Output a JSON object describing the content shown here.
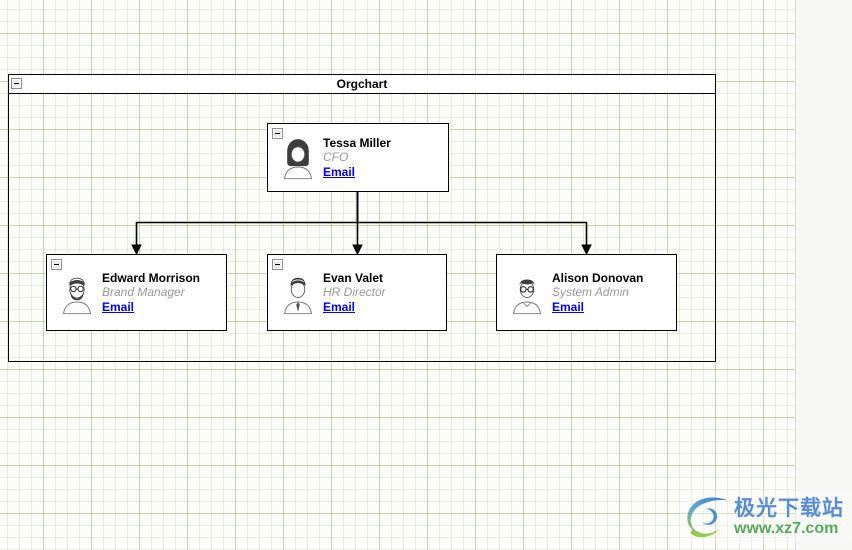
{
  "container": {
    "title": "Orgchart"
  },
  "nodes": [
    {
      "name": "Tessa Miller",
      "role": "CFO",
      "link": "Email"
    },
    {
      "name": "Edward Morrison",
      "role": "Brand Manager",
      "link": "Email"
    },
    {
      "name": "Evan Valet",
      "role": "HR Director",
      "link": "Email"
    },
    {
      "name": "Alison Donovan",
      "role": "System Admin",
      "link": "Email"
    }
  ],
  "icons": {
    "collapse_button": "minus-box",
    "avatars": [
      "woman-portrait",
      "man-beard-glasses-portrait",
      "man-tie-portrait",
      "person-glasses-portrait"
    ]
  },
  "colors": {
    "node_border": "#000000",
    "name_text": "#000000",
    "role_text": "#999999",
    "email_link": "#0000EE",
    "grid_major": "#c9d7ab",
    "grid_minor": "#ecede1",
    "offpage_background": "#f7f7f5",
    "watermark_name": "#4b86d2",
    "watermark_url": "#49a44a"
  },
  "watermark": {
    "site_name": "极光下载站",
    "site_url": "www.xz7.com"
  }
}
